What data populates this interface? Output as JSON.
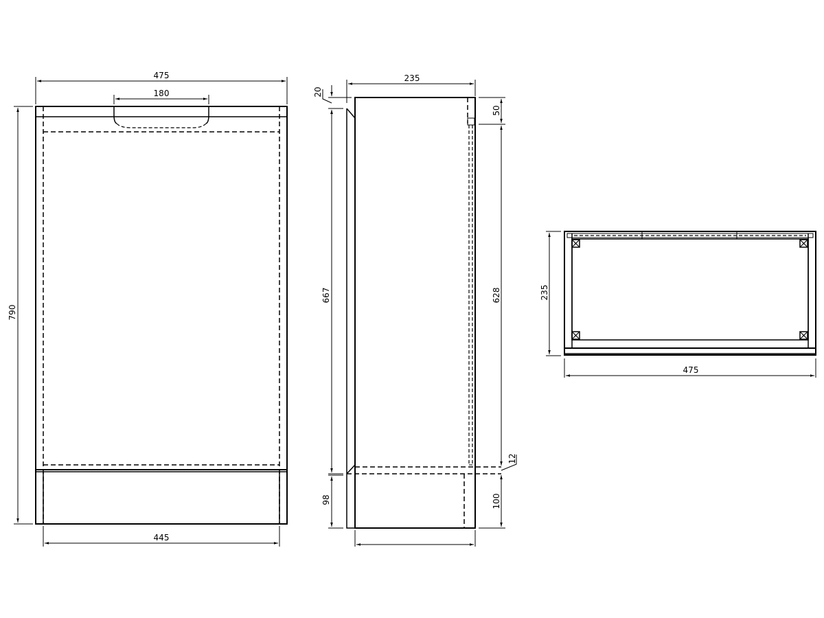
{
  "drawing": {
    "colors": {
      "line": "#000000",
      "background": "#ffffff"
    },
    "views": {
      "front": {
        "dimensions": {
          "overall_width": "475",
          "handle_cutout_width": "180",
          "overall_height": "790",
          "plinth_width": "445"
        }
      },
      "side": {
        "dimensions": {
          "depth": "235",
          "top_offset": "20",
          "top_rail": "50",
          "door_height": "667",
          "internal_height": "628",
          "shelf_gap": "12",
          "plinth_height_front": "98",
          "plinth_height_back": "100"
        }
      },
      "plan": {
        "dimensions": {
          "depth": "235",
          "width": "475"
        }
      }
    }
  }
}
